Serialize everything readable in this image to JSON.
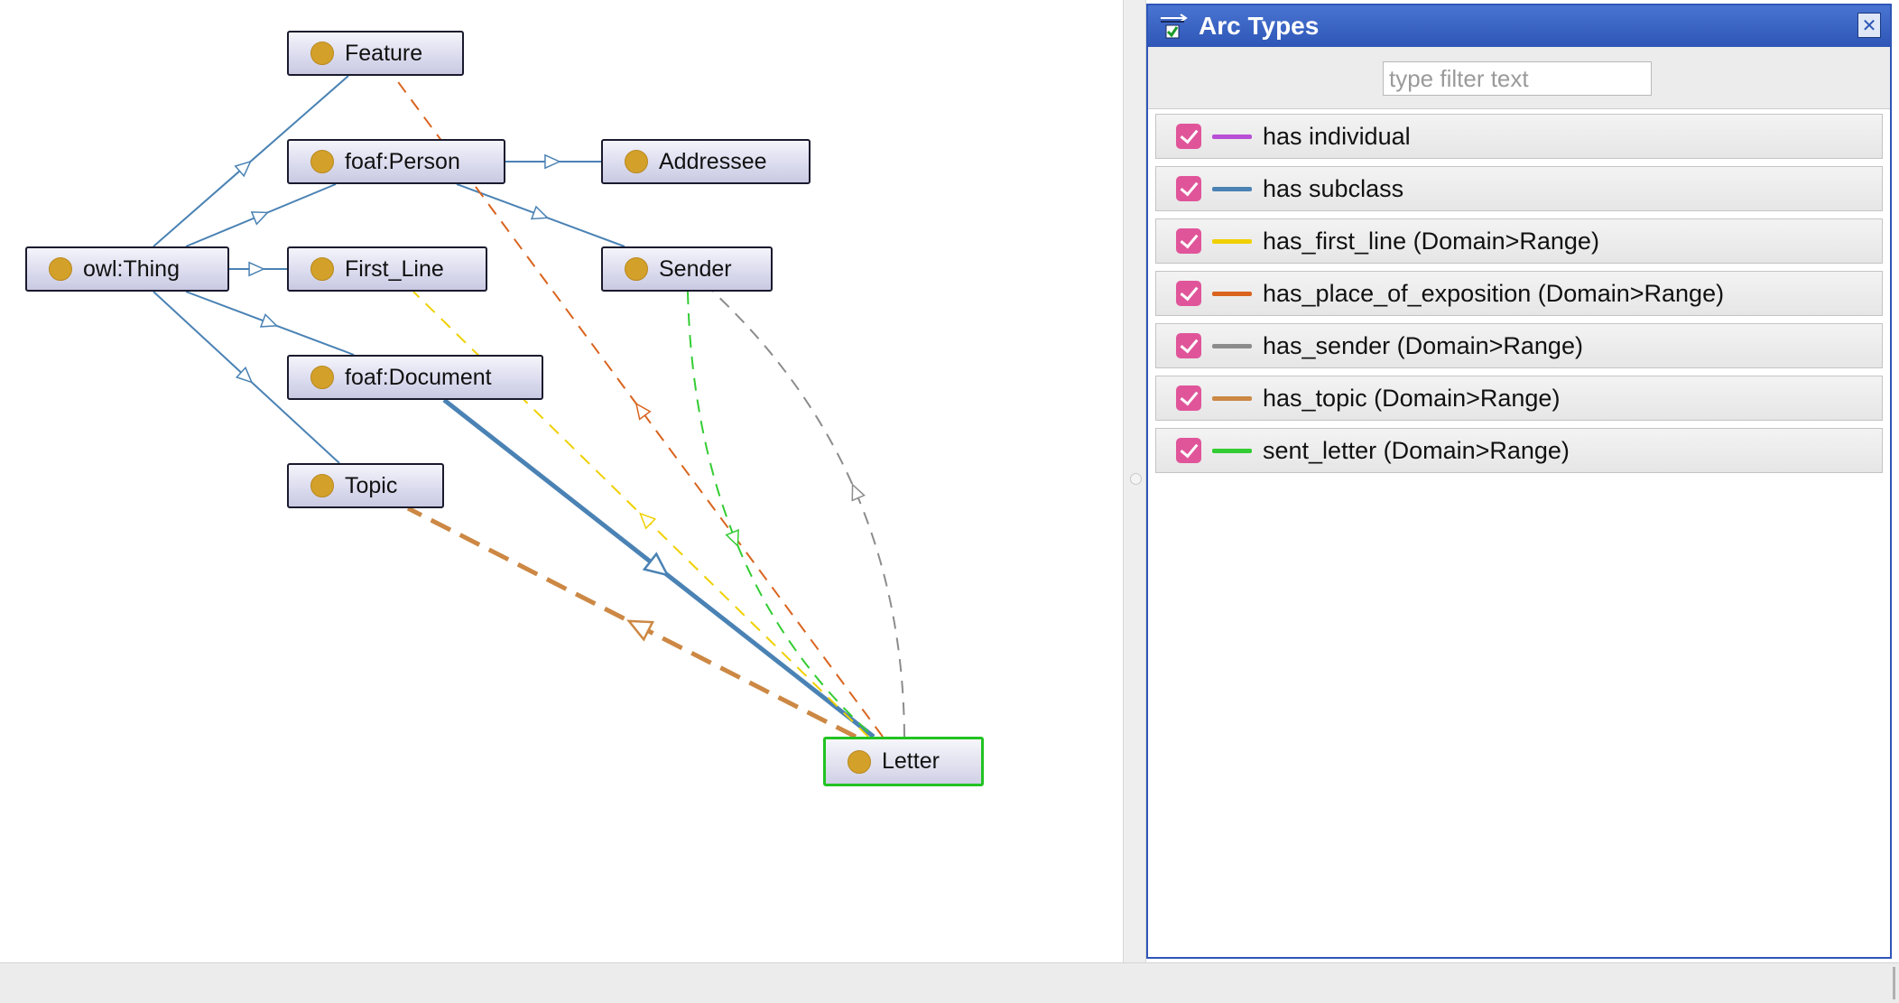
{
  "graph": {
    "nodes": [
      {
        "id": "feature",
        "label": "Feature"
      },
      {
        "id": "foaf_person",
        "label": "foaf:Person"
      },
      {
        "id": "addressee",
        "label": "Addressee"
      },
      {
        "id": "owl_thing",
        "label": "owl:Thing"
      },
      {
        "id": "first_line",
        "label": "First_Line"
      },
      {
        "id": "sender",
        "label": "Sender"
      },
      {
        "id": "foaf_document",
        "label": "foaf:Document"
      },
      {
        "id": "topic",
        "label": "Topic"
      },
      {
        "id": "letter",
        "label": "Letter",
        "selected": true
      }
    ],
    "edges": [
      {
        "from": "owl_thing",
        "to": "feature",
        "type": "has subclass"
      },
      {
        "from": "owl_thing",
        "to": "foaf_person",
        "type": "has subclass"
      },
      {
        "from": "owl_thing",
        "to": "first_line",
        "type": "has subclass"
      },
      {
        "from": "owl_thing",
        "to": "foaf_document",
        "type": "has subclass"
      },
      {
        "from": "owl_thing",
        "to": "topic",
        "type": "has subclass"
      },
      {
        "from": "foaf_person",
        "to": "addressee",
        "type": "has subclass"
      },
      {
        "from": "foaf_person",
        "to": "sender",
        "type": "has subclass"
      },
      {
        "from": "foaf_document",
        "to": "letter",
        "type": "has subclass"
      },
      {
        "from": "letter",
        "to": "first_line",
        "type": "has_first_line (Domain>Range)"
      },
      {
        "from": "letter",
        "to": "feature",
        "type": "has_place_of_exposition (Domain>Range)"
      },
      {
        "from": "letter",
        "to": "sender",
        "type": "has_sender (Domain>Range)"
      },
      {
        "from": "letter",
        "to": "topic",
        "type": "has_topic (Domain>Range)"
      },
      {
        "from": "sender",
        "to": "letter",
        "type": "sent_letter (Domain>Range)"
      }
    ]
  },
  "arc_panel": {
    "title": "Arc Types",
    "filter_placeholder": "type filter text",
    "filter_value": "",
    "items": [
      {
        "label": "has individual",
        "color": "#b84fd6",
        "checked": true
      },
      {
        "label": "has subclass",
        "color": "#4a82b4",
        "checked": true
      },
      {
        "label": "has_first_line (Domain>Range)",
        "color": "#f0d000",
        "checked": true
      },
      {
        "label": "has_place_of_exposition (Domain>Range)",
        "color": "#d9641e",
        "checked": true
      },
      {
        "label": "has_sender (Domain>Range)",
        "color": "#8c8c8c",
        "checked": true
      },
      {
        "label": "has_topic (Domain>Range)",
        "color": "#cc8844",
        "checked": true
      },
      {
        "label": "sent_letter (Domain>Range)",
        "color": "#33cc33",
        "checked": true
      }
    ]
  }
}
